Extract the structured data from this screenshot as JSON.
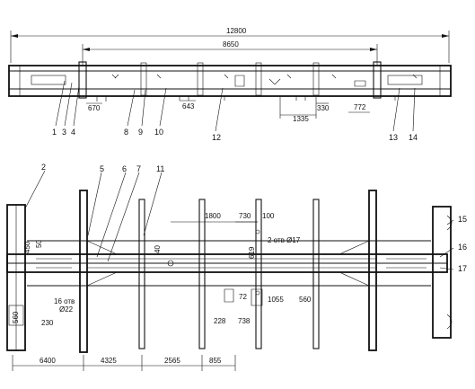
{
  "side_view": {
    "dims": {
      "overall": "12800",
      "bolster_span": "8650",
      "d670": "670",
      "d643": "643",
      "d1335": "1335",
      "d330": "330",
      "d772": "772"
    },
    "leaders": [
      "1",
      "3",
      "4",
      "8",
      "9",
      "10",
      "12",
      "13",
      "14"
    ]
  },
  "plan_view": {
    "leaders": [
      "2",
      "5",
      "6",
      "7",
      "11",
      "15",
      "16",
      "17"
    ],
    "dims": {
      "d1800": "1800",
      "d730": "730",
      "d100": "100",
      "d40": "40",
      "d619": "619",
      "holes_17": "2 отв Ø17",
      "d450": "450",
      "d50": "50",
      "holes_22": "16 отв",
      "dia22": "Ø22",
      "d230": "230",
      "d560_left": "560",
      "d72": "72",
      "d1055": "1055",
      "d560_right": "560",
      "d228": "228",
      "d738": "738"
    },
    "bottom_dims": [
      "6400",
      "4325",
      "2565",
      "855"
    ]
  }
}
